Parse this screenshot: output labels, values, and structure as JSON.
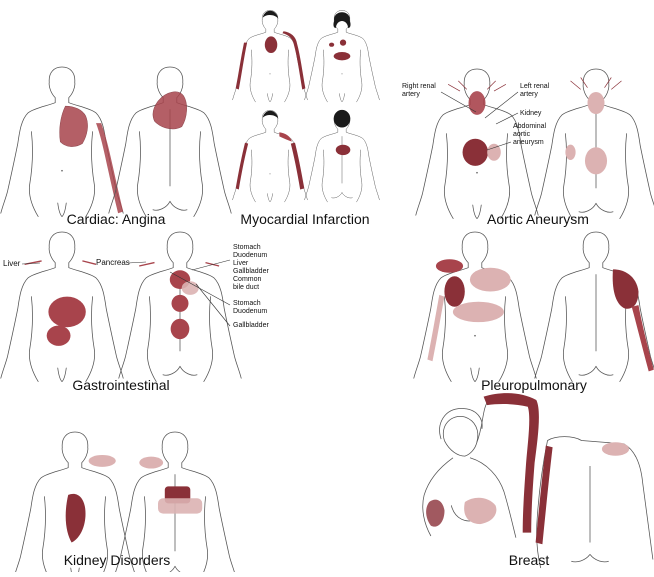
{
  "colors": {
    "dark": "#8a3038",
    "medium": "#a8444c",
    "light": "#dcb2b2",
    "outline": "#555555",
    "hair": "#1a1a1a"
  },
  "panels": {
    "cardiac_angina": {
      "caption": "Cardiac: Angina"
    },
    "myocardial_infarction": {
      "caption": "Myocardial Infarction"
    },
    "aortic_aneurysm": {
      "caption": "Aortic Aneurysm",
      "labels": {
        "right_renal_artery": "Right renal\nartery",
        "left_renal_artery": "Left renal\nartery",
        "kidney": "Kidney",
        "abdominal_aortic_aneurysm": "Abdominal\naortic\naneurysm"
      }
    },
    "gastrointestinal": {
      "caption": "Gastrointestinal",
      "labels": {
        "liver": "Liver",
        "pancreas": "Pancreas",
        "upper_group": "Stomach\nDuodenum\nLiver\nGallbladder\nCommon\nbile duct",
        "middle_group": "Stomach\nDuodenum",
        "gallbladder": "Gallbladder"
      }
    },
    "pleuropulmonary": {
      "caption": "Pleuropulmonary"
    },
    "kidney_disorders": {
      "caption": "Kidney Disorders"
    },
    "breast": {
      "caption": "Breast"
    }
  }
}
